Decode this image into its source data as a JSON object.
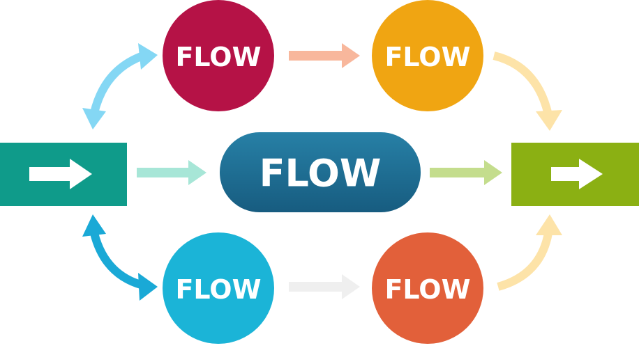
{
  "nodes": {
    "top_left": {
      "label": "FLOW",
      "color": "#b51246"
    },
    "top_right": {
      "label": "FLOW",
      "color": "#f0a512"
    },
    "center": {
      "label": "FLOW",
      "color": "#1d6a8f"
    },
    "bottom_left": {
      "label": "FLOW",
      "color": "#1bb4d7"
    },
    "bottom_right": {
      "label": "FLOW",
      "color": "#e2603a"
    },
    "start": {
      "color": "#0f9b8a"
    },
    "end": {
      "color": "#8bb013"
    }
  }
}
